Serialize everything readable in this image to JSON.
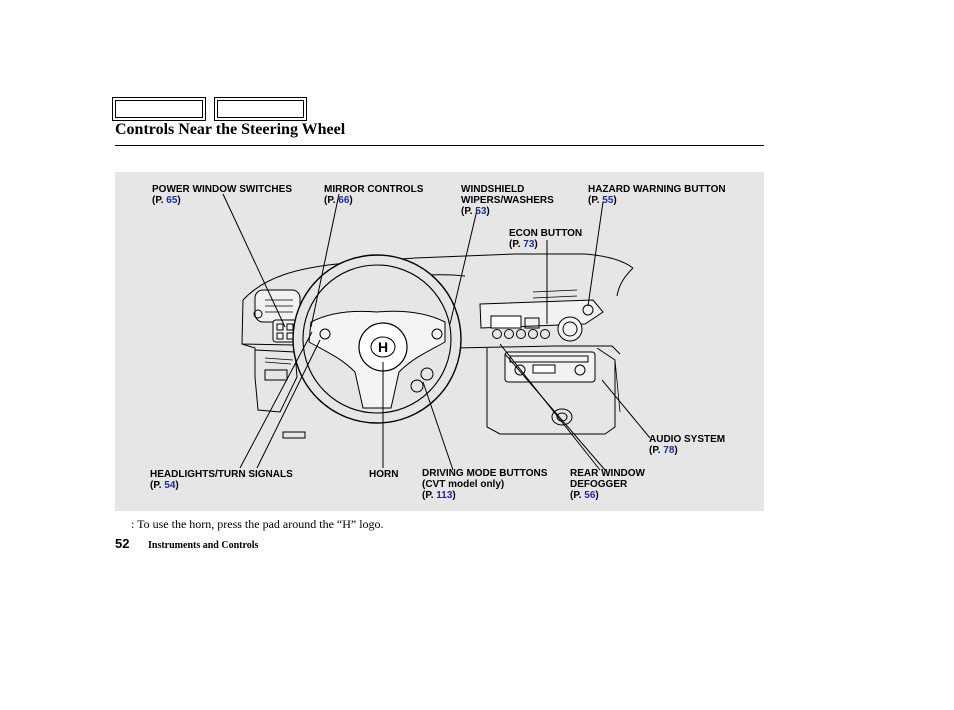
{
  "page": {
    "title": "Controls Near the Steering Wheel",
    "note": ":  To use the horn, press the pad around the “H” logo.",
    "page_number": "52",
    "section": "Instruments and Controls"
  },
  "labels": {
    "power_window": {
      "name": "POWER WINDOW SWITCHES",
      "pre": "(P. ",
      "page": "65",
      "post": ")"
    },
    "mirror": {
      "name": "MIRROR CONTROLS",
      "pre": "(P. ",
      "page": "66",
      "post": ")"
    },
    "wipers": {
      "line1": "WINDSHIELD",
      "line2": "WIPERS/WASHERS",
      "pre": "(P. ",
      "page": "53",
      "post": ")"
    },
    "hazard": {
      "name": "HAZARD WARNING BUTTON",
      "pre": "(P. ",
      "page": "55",
      "post": ")"
    },
    "econ": {
      "name": "ECON BUTTON",
      "pre": "(P. ",
      "page": "73",
      "post": ")"
    },
    "audio": {
      "name": "AUDIO SYSTEM",
      "pre": "(P. ",
      "page": "78",
      "post": ")"
    },
    "headlights": {
      "name": "HEADLIGHTS/TURN SIGNALS",
      "pre": "(P. ",
      "page": "54",
      "post": ")"
    },
    "horn": {
      "name": "HORN"
    },
    "driving_mode": {
      "line1": "DRIVING MODE BUTTONS",
      "line2": "(CVT model only)",
      "pre": "(P. ",
      "page": "113",
      "post": ")"
    },
    "defogger": {
      "line1": "REAR WINDOW",
      "line2": "DEFOGGER",
      "pre": "(P. ",
      "page": "56",
      "post": ")"
    }
  },
  "colors": {
    "link": "#1a2aa8",
    "panel": "#e6e6e6",
    "ink": "#000000"
  },
  "icons": {
    "steering_logo": "h-logo-icon"
  }
}
